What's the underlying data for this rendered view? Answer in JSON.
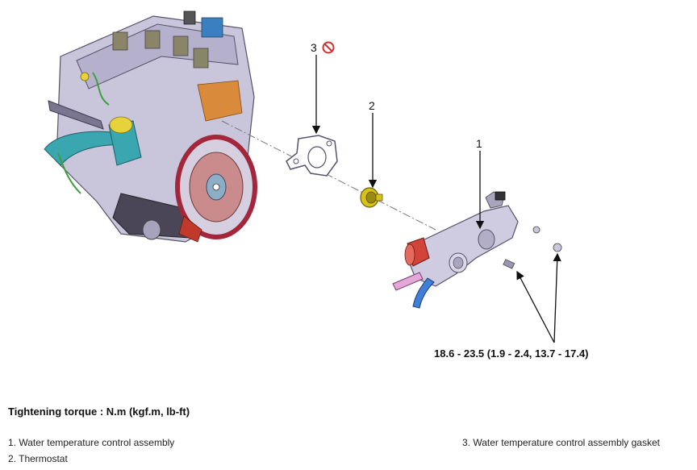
{
  "diagram": {
    "callouts": {
      "part1": "1",
      "part2": "2",
      "part3": "3"
    },
    "torque_spec": "18.6 - 23.5 (1.9 - 2.4, 13.7 - 17.4)",
    "icons": {
      "do_not_reuse": "prohibition-icon",
      "engine": "engine-block-illustration",
      "housing": "water-temperature-control-housing-illustration"
    }
  },
  "footer": {
    "torque_heading": "Tightening torque : N.m (kgf.m, lb-ft)",
    "legend": [
      "1. Water temperature control assembly",
      "2. Thermostat",
      "3. Water temperature control assembly gasket"
    ]
  },
  "colors": {
    "engine_body": "#c9c6dc",
    "engine_dark": "#6e6a86",
    "hose_teal": "#3aa6b0",
    "flywheel_red": "#c0392b",
    "thermostat_yellow": "#d8c21a",
    "housing_gray": "#cfcbe0",
    "prohibition_red": "#d32f2f"
  }
}
